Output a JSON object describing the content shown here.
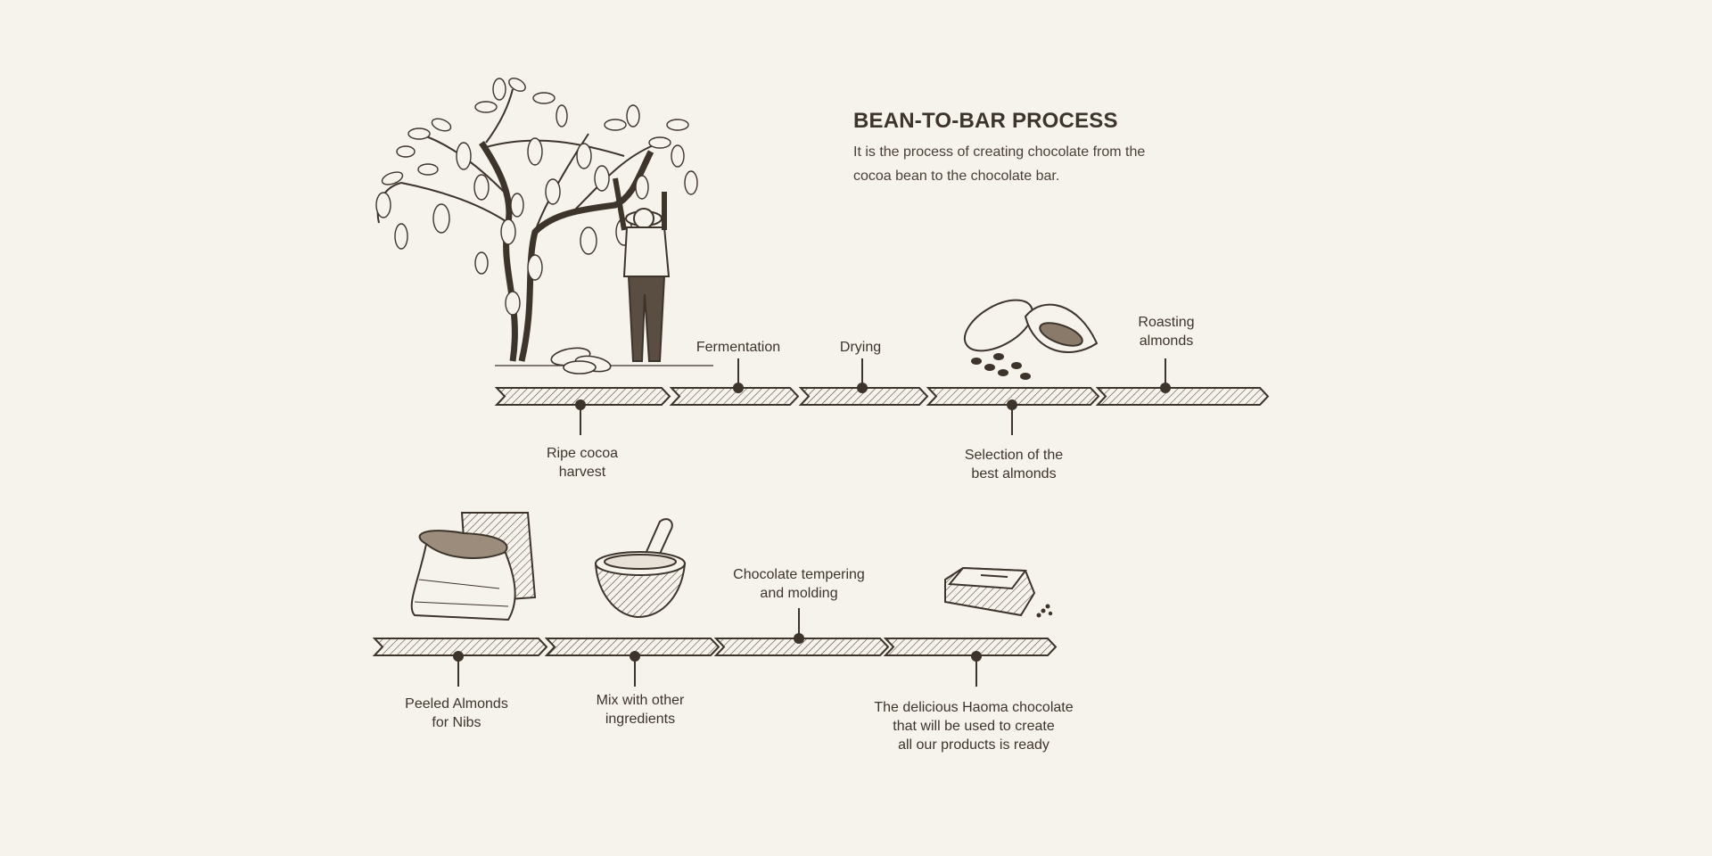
{
  "header": {
    "title": "BEAN-TO-BAR PROCESS",
    "subtitle": "It is the process of creating chocolate from the cocoa bean to the chocolate bar."
  },
  "steps": [
    {
      "lines": [
        "Ripe cocoa",
        "harvest"
      ]
    },
    {
      "lines": [
        "Fermentation"
      ]
    },
    {
      "lines": [
        "Drying"
      ]
    },
    {
      "lines": [
        "Selection of the",
        "best almonds"
      ]
    },
    {
      "lines": [
        "Roasting",
        "almonds"
      ]
    },
    {
      "lines": [
        "Peeled Almonds",
        "for Nibs"
      ]
    },
    {
      "lines": [
        "Mix with other",
        "ingredients"
      ]
    },
    {
      "lines": [
        "Chocolate tempering",
        "and molding"
      ]
    },
    {
      "lines": [
        "The delicious Haoma chocolate",
        "that will be used to create",
        "all our products is ready"
      ]
    }
  ],
  "colors": {
    "ink": "#3d342c",
    "background": "#f6f2ec"
  }
}
